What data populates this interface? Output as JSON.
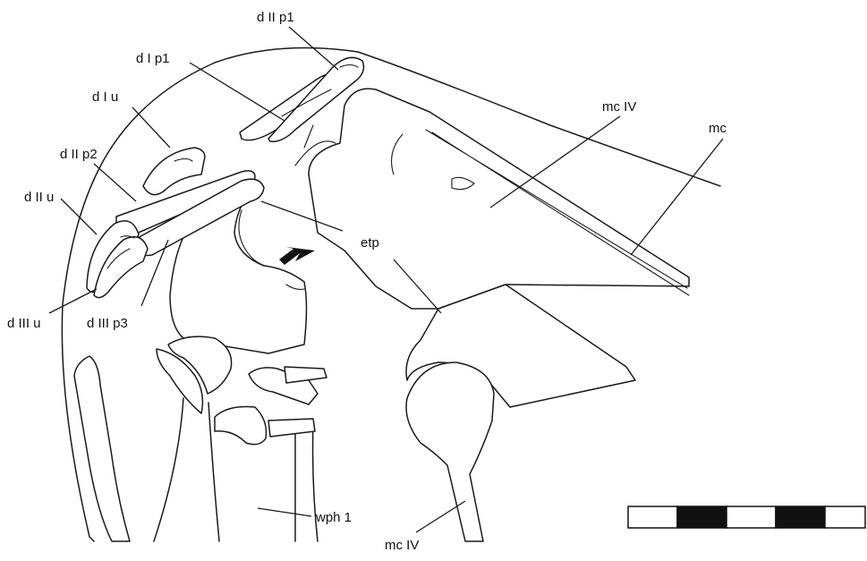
{
  "labels": {
    "d_II_p1": "d II p1",
    "d_I_p1": "d I p1",
    "d_I_u": "d I u",
    "d_II_p2": "d II p2",
    "d_II_u": "d II u",
    "d_III_u": "d III u",
    "d_III_p3": "d III p3",
    "mc_IV_upper": "mc IV",
    "mc": "mc",
    "etp": "etp",
    "wph_1": "wph 1",
    "mc_IV_lower": "mc IV"
  },
  "scale_bar": {
    "segments": 5,
    "fill_pattern": [
      "white",
      "black",
      "white",
      "black",
      "white"
    ]
  },
  "colors": {
    "ink": "#1a1a1a",
    "paper": "#ffffff"
  }
}
